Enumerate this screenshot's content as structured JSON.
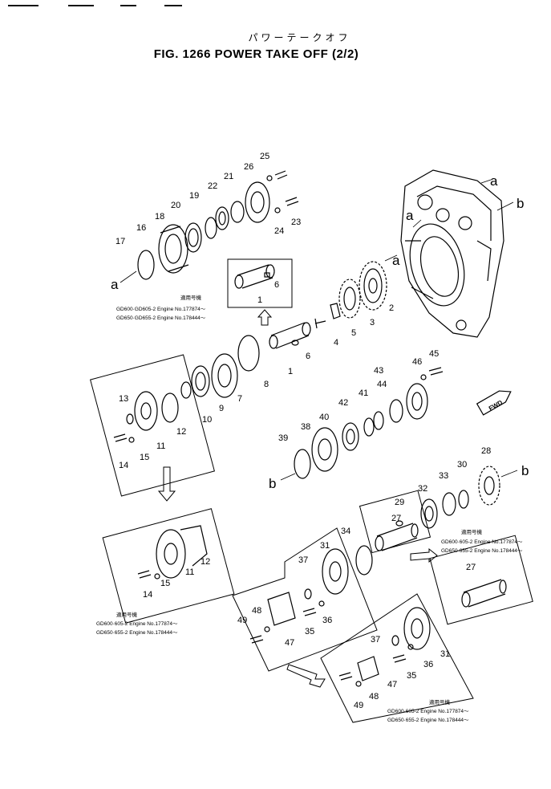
{
  "title": {
    "japanese": "パワーテークオフ",
    "english": "FIG. 1266  POWER TAKE OFF (2/2)"
  },
  "direction_label": "FWD",
  "part_numbers": [
    "1",
    "2",
    "3",
    "4",
    "5",
    "6",
    "7",
    "8",
    "9",
    "10",
    "11",
    "12",
    "13",
    "14",
    "15",
    "16",
    "17",
    "18",
    "19",
    "20",
    "21",
    "22",
    "23",
    "24",
    "25",
    "26",
    "27",
    "28",
    "29",
    "30",
    "31",
    "32",
    "33",
    "34",
    "35",
    "36",
    "37",
    "38",
    "39",
    "40",
    "41",
    "42",
    "43",
    "44",
    "45",
    "46",
    "47",
    "48",
    "49"
  ],
  "connection_letters": [
    "a",
    "b"
  ],
  "serial_notes": {
    "note1": {
      "heading": "適用号機",
      "line1": "GD600·GD605-2  Engine No.177874～",
      "line2": "GD650·GD655-2  Engine No.178444～"
    },
    "note2": {
      "heading": "適用号機",
      "line1": "GD600·605-2  Engine No.177874～",
      "line2": "GD650·655-2  Engine No.178444～"
    },
    "note3": {
      "heading": "適用号機",
      "line1": "GD600·605-2  Engine No.177874～",
      "line2": "GD650·655-2  Engine No.178444～"
    },
    "note4": {
      "heading": "適用号機",
      "line1": "GD600·605-2  Engine No.177874～",
      "line2": "GD650·655-2  Engine No.178444～"
    }
  }
}
